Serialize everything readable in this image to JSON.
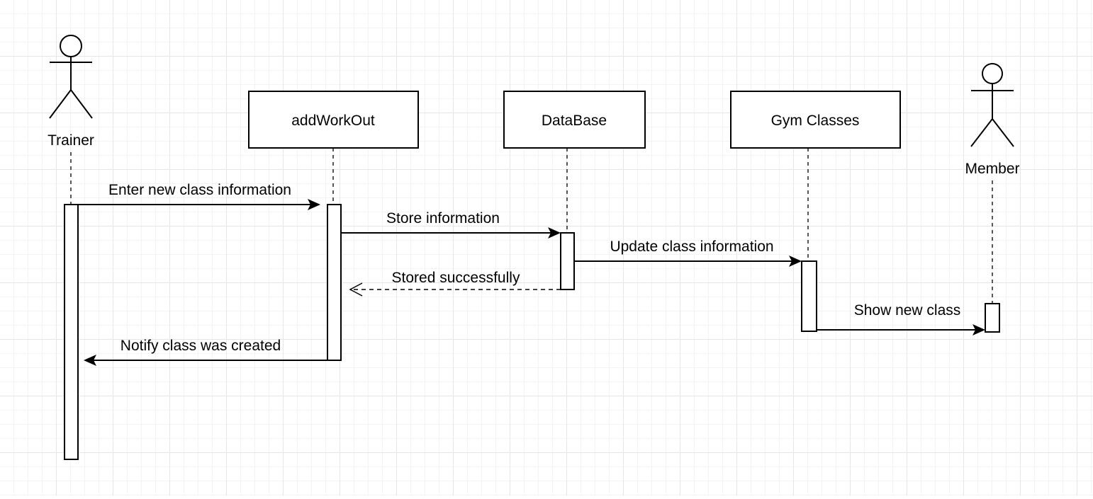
{
  "diagram": {
    "type": "sequence",
    "actors": [
      {
        "id": "trainer",
        "label": "Trainer"
      },
      {
        "id": "member",
        "label": "Member"
      }
    ],
    "participants": [
      {
        "id": "addworkout",
        "label": "addWorkOut"
      },
      {
        "id": "database",
        "label": "DataBase"
      },
      {
        "id": "gymclasses",
        "label": "Gym Classes"
      }
    ],
    "messages": [
      {
        "id": "m1",
        "from": "trainer",
        "to": "addworkout",
        "label": "Enter new class information",
        "style": "sync"
      },
      {
        "id": "m2",
        "from": "addworkout",
        "to": "database",
        "label": "Store information",
        "style": "sync"
      },
      {
        "id": "m3",
        "from": "database",
        "to": "gymclasses",
        "label": "Update class information",
        "style": "sync"
      },
      {
        "id": "m4",
        "from": "database",
        "to": "addworkout",
        "label": "Stored successfully",
        "style": "return"
      },
      {
        "id": "m5",
        "from": "gymclasses",
        "to": "member",
        "label": "Show new class",
        "style": "sync"
      },
      {
        "id": "m6",
        "from": "addworkout",
        "to": "trainer",
        "label": "Notify class was created",
        "style": "sync"
      }
    ]
  }
}
